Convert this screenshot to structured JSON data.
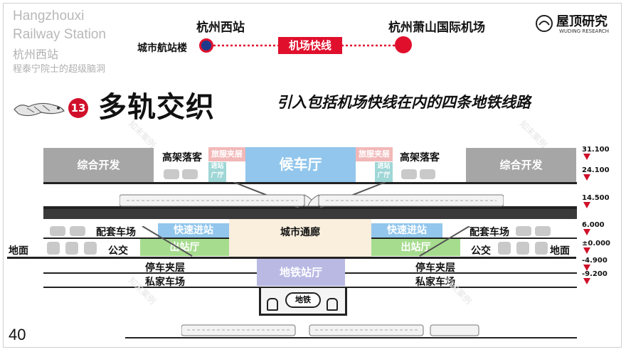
{
  "header": {
    "en_line1": "Hangzhouxi",
    "en_line2": "Railway Station",
    "cn_station": "杭州西站",
    "cn_author": "程泰宁院士的超级脑洞"
  },
  "route": {
    "start": "杭州西站",
    "end": "杭州萧山国际机场",
    "origin": "城市航站楼",
    "line_name": "机场快线",
    "colors": {
      "line": "#e0102d",
      "origin_dot": "#1f3a8a"
    }
  },
  "logo": {
    "name": "屋顶研究",
    "en": "WUDING RESEARCH"
  },
  "title": {
    "badge": "13",
    "main": "多轨交织",
    "sub": "引入包括机场快线在内的四条地铁线路"
  },
  "diagram": {
    "left_dev": "综合开发",
    "right_dev": "综合开发",
    "left_drop": "高架落客",
    "right_drop": "高架落客",
    "left_service": "旅服夹层",
    "right_service": "旅服夹层",
    "left_entry_hall": "进站广厅",
    "right_entry_hall": "进站广厅",
    "waiting_hall": "候车厅",
    "left_parking": "配套车场",
    "right_parking": "配套车场",
    "left_fast": "快速进站",
    "right_fast": "快速进站",
    "corridor": "城市通廊",
    "left_bus": "公交",
    "right_bus": "公交",
    "left_exit": "出站厅",
    "right_exit": "出站厅",
    "ground_left": "地面",
    "ground_right": "地面",
    "left_mezz": "停车夹层",
    "right_mezz": "停车夹层",
    "left_private": "私家车场",
    "right_private": "私家车场",
    "metro_hall": "地铁站厅",
    "metro": "地铁"
  },
  "elevations": [
    "31.100",
    "24.100",
    "14.500",
    "6.000",
    "±0.000",
    "-4.900",
    "-9.200"
  ],
  "page_number": "40",
  "watermark": "知末案例"
}
